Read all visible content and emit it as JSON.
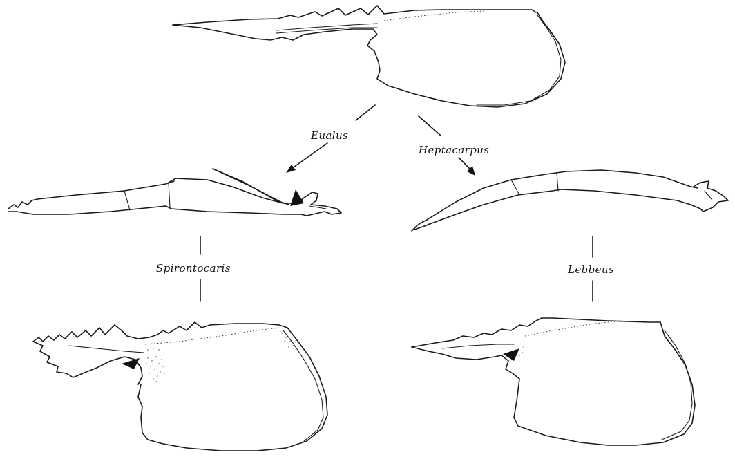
{
  "labels": {
    "left_branch": "Eualus",
    "right_branch": "Heptacarpus",
    "left_descendant": "Spirontocaris",
    "right_descendant": "Lebbeus"
  },
  "colors": {
    "ink": "#1a1a1a",
    "background": "#ffffff"
  }
}
